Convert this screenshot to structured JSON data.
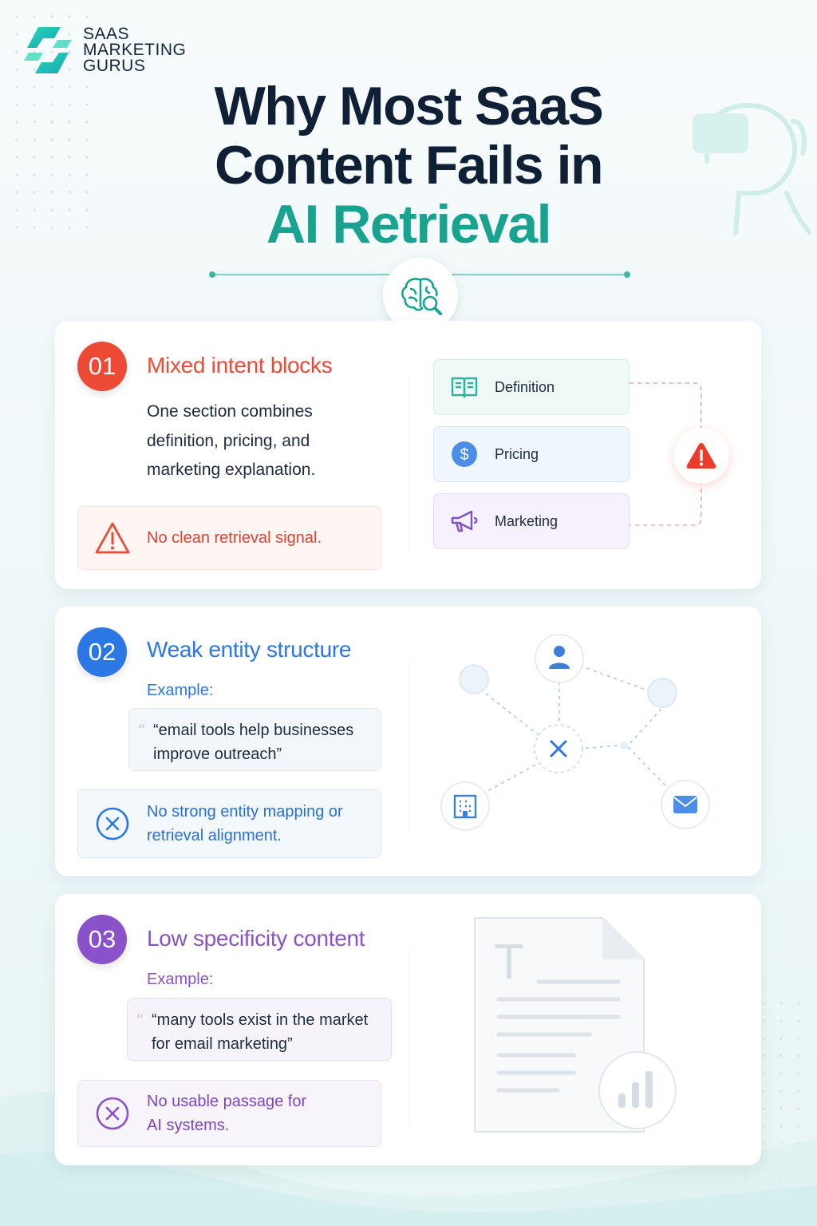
{
  "brand": {
    "line1": "SAAS",
    "line2": "MARKETING",
    "line3": "GURUS"
  },
  "title": {
    "line1": "Why Most SaaS",
    "line2": "Content Fails in",
    "line3": "AI Retrieval"
  },
  "colors": {
    "teal": "#17a38f",
    "red": "#ec4a35",
    "blue": "#2b78e4",
    "purple": "#8a52c8",
    "navy": "#0f1f36"
  },
  "cards": [
    {
      "number": "01",
      "title": "Mixed intent blocks",
      "body": [
        "One section combines",
        "definition, pricing, and",
        "marketing explanation."
      ],
      "note": "No clean retrieval signal.",
      "tags": [
        {
          "label": "Definition",
          "icon": "book-icon"
        },
        {
          "label": "Pricing",
          "icon": "dollar-icon"
        },
        {
          "label": "Marketing",
          "icon": "megaphone-icon"
        }
      ],
      "alert_icon": "warning-icon"
    },
    {
      "number": "02",
      "title": "Weak entity structure",
      "example_label": "Example:",
      "quote_mark": "“",
      "quote": [
        "“email tools help businesses",
        "improve outreach”"
      ],
      "note": [
        "No strong entity mapping or",
        "retrieval alignment."
      ],
      "graph_icons": [
        "user-icon",
        "building-icon",
        "mail-icon",
        "x-icon"
      ]
    },
    {
      "number": "03",
      "title": "Low specificity content",
      "example_label": "Example:",
      "quote_mark": "“",
      "quote": [
        "“many tools exist in the market",
        "for email marketing”"
      ],
      "note": [
        "No usable passage for",
        "AI systems."
      ],
      "doc_icons": [
        "document-icon",
        "bar-chart-icon"
      ],
      "doc_letter": "T"
    }
  ]
}
